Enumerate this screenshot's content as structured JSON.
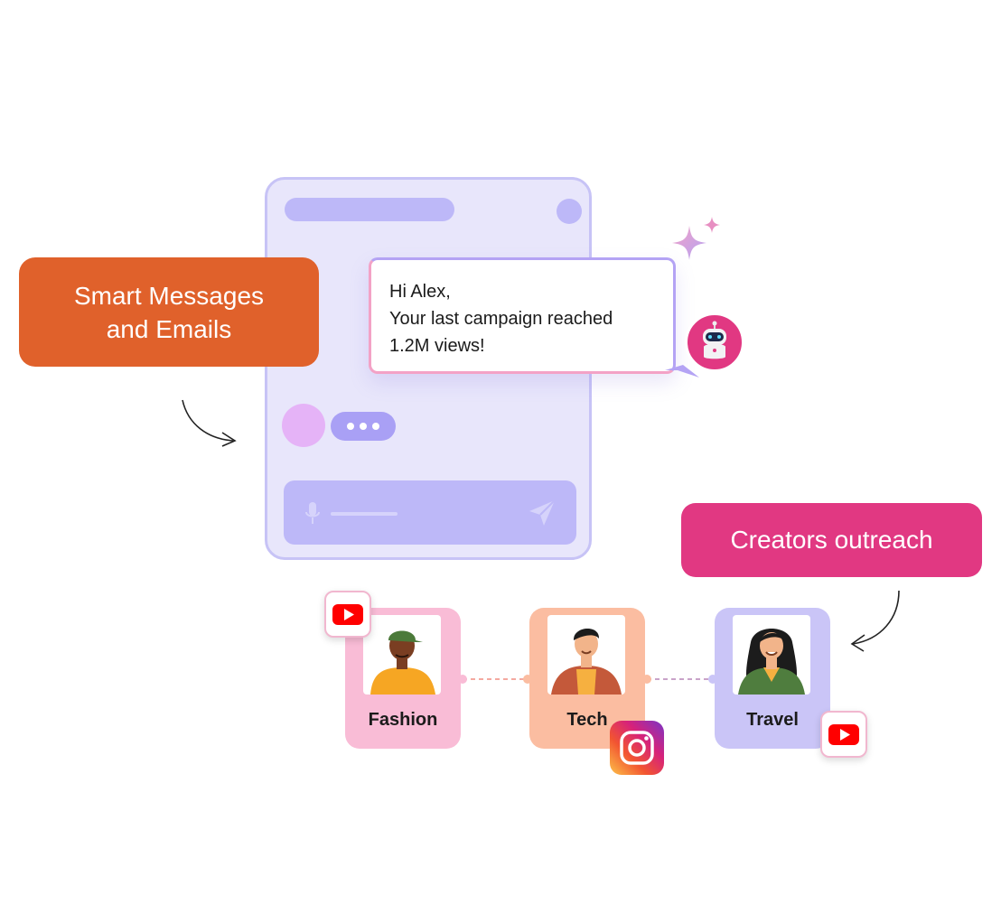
{
  "labels": {
    "smart_line1": "Smart Messages",
    "smart_line2": "and Emails",
    "creators": "Creators outreach"
  },
  "message": {
    "line1": "Hi Alex,",
    "line2": "Your last campaign reached",
    "line3": "1.2M views!"
  },
  "creators": [
    {
      "name": "Fashion",
      "platform_icon": "youtube-icon"
    },
    {
      "name": "Tech",
      "platform_icon": "instagram-icon"
    },
    {
      "name": "Travel",
      "platform_icon": "youtube-icon"
    }
  ],
  "colors": {
    "smart_box": "#e0612b",
    "creators_box": "#e13882",
    "phone_bg": "#e8e6fb",
    "phone_accent": "#bdb8f8",
    "fashion_card": "#f9bcd6",
    "tech_card": "#fbbda1",
    "travel_card": "#cac5f7"
  },
  "icons": [
    "sparkle-icon",
    "robot-icon",
    "mic-icon",
    "send-icon",
    "youtube-icon",
    "instagram-icon",
    "arrow-icon"
  ]
}
